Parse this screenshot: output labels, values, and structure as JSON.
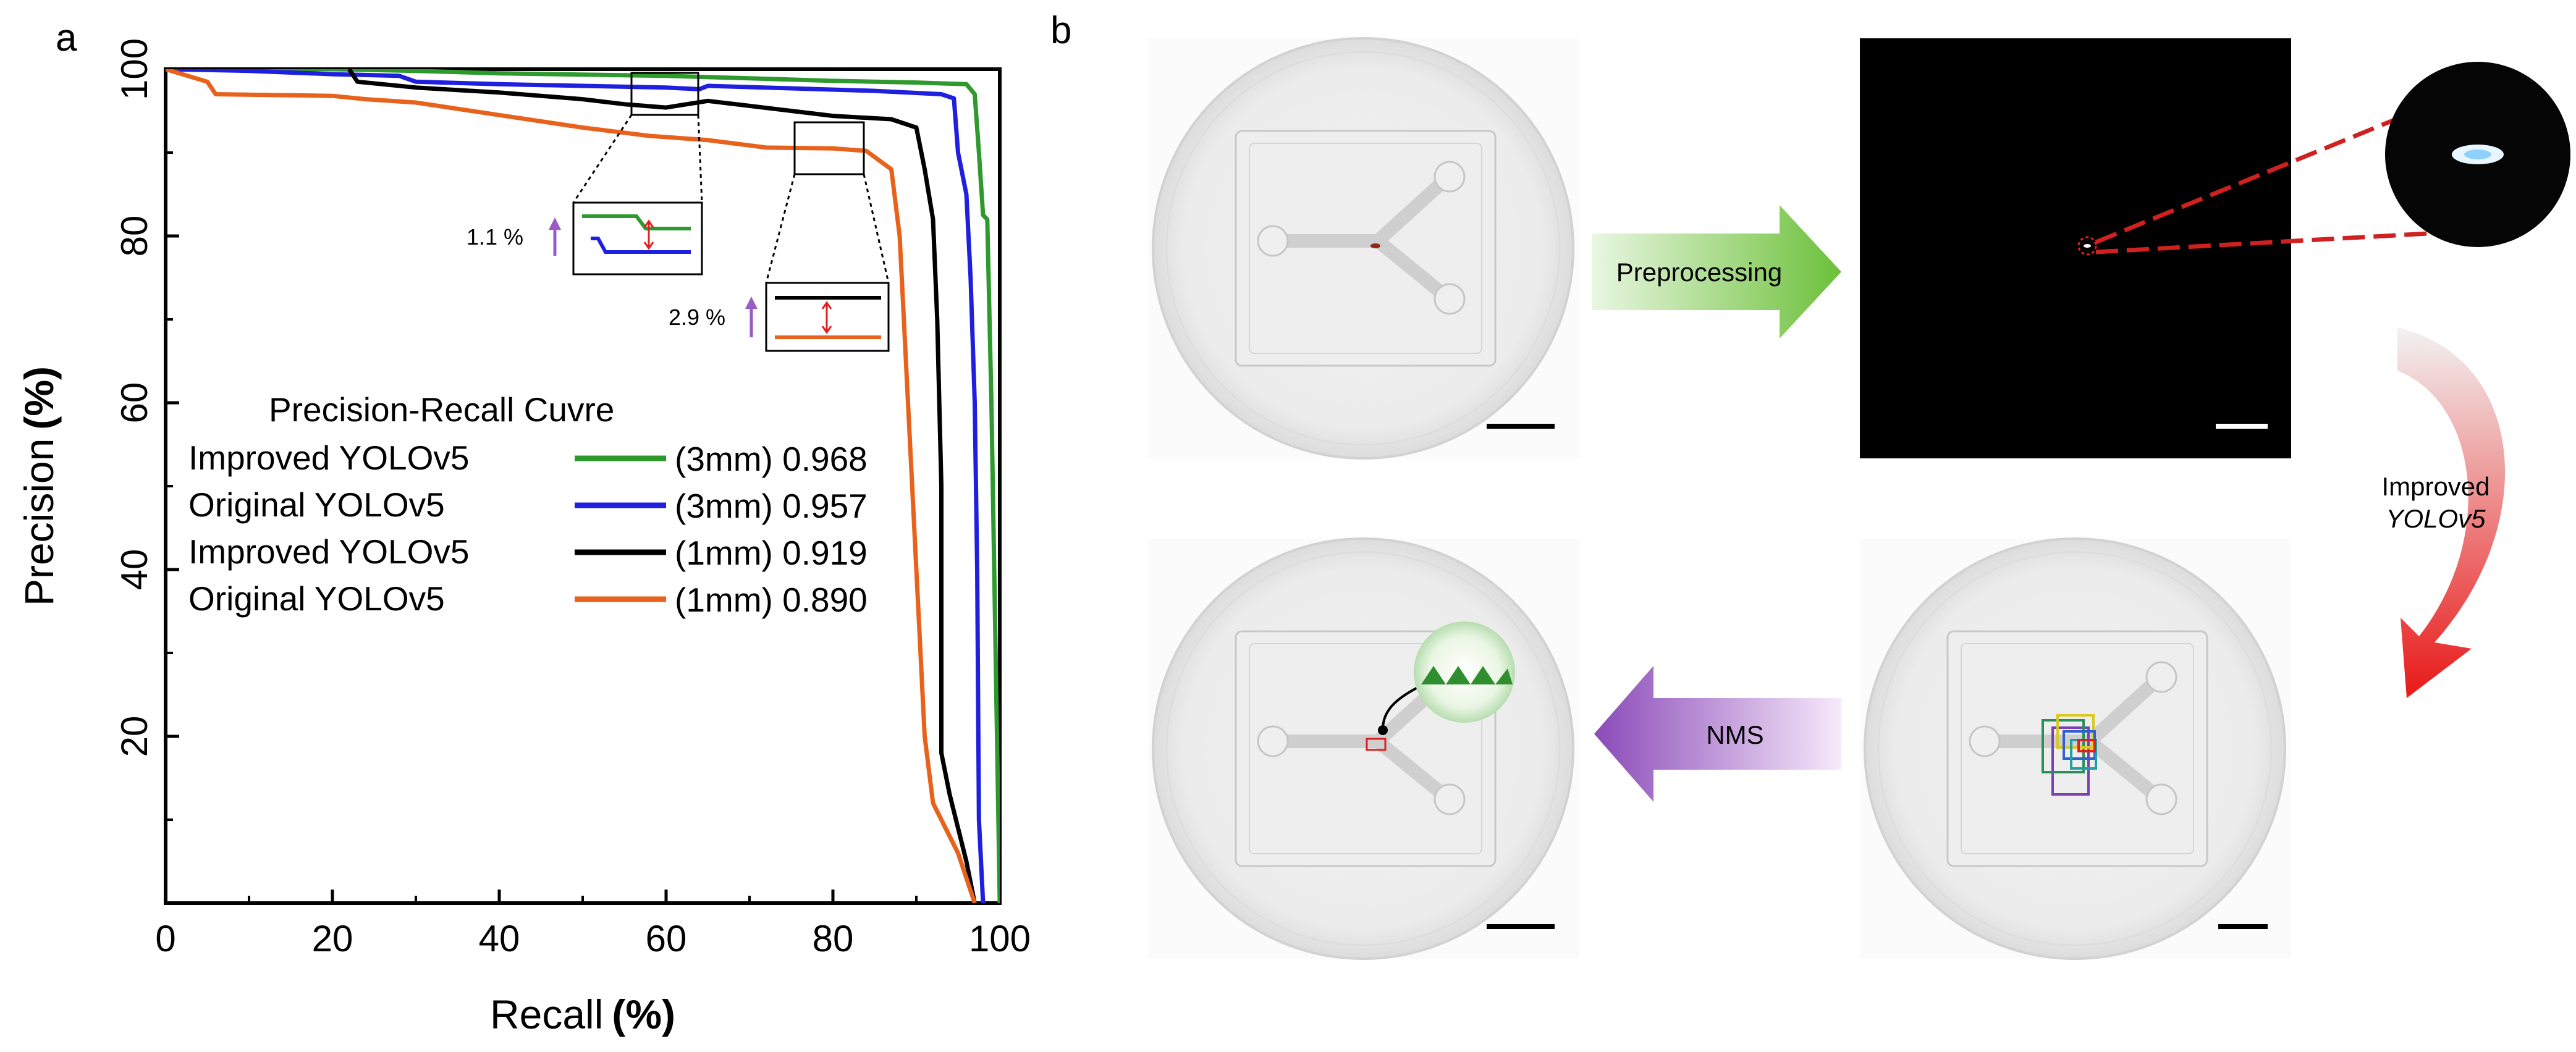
{
  "panels": {
    "a": "a",
    "b": "b"
  },
  "chart_data": {
    "type": "line",
    "title": "",
    "xlabel_text": "Recall",
    "xlabel_unit": "(%)",
    "ylabel_text": "Precision",
    "ylabel_unit": "(%)",
    "xlim": [
      0,
      100
    ],
    "ylim": [
      0,
      100
    ],
    "x_ticks": [
      0,
      20,
      40,
      60,
      80,
      100
    ],
    "y_ticks": [
      20,
      40,
      60,
      80,
      100
    ],
    "grid": false,
    "legend": {
      "title": "Precision-Recall Cuvre",
      "placement": "center-left",
      "entries": [
        {
          "label": "Improved YOLOv5",
          "value": "(3mm) 0.968"
        },
        {
          "label": "Original YOLOv5",
          "value": "(3mm) 0.957"
        },
        {
          "label": "Improved YOLOv5",
          "value": "(1mm) 0.919"
        },
        {
          "label": "Original YOLOv5",
          "value": "(1mm) 0.890"
        }
      ]
    },
    "series": [
      {
        "color": "#2e9a2e",
        "points": [
          [
            0,
            100
          ],
          [
            10,
            100
          ],
          [
            20,
            100
          ],
          [
            30,
            99.8
          ],
          [
            40,
            99.5
          ],
          [
            60,
            99.2
          ],
          [
            70,
            98.9
          ],
          [
            80,
            98.6
          ],
          [
            90,
            98.4
          ],
          [
            96,
            98.2
          ],
          [
            97,
            97
          ],
          [
            97.5,
            90
          ],
          [
            98,
            82.5
          ],
          [
            98.5,
            82
          ],
          [
            99,
            60
          ],
          [
            99.5,
            30
          ],
          [
            100,
            0
          ]
        ]
      },
      {
        "color": "#1f1fe0",
        "points": [
          [
            0,
            100
          ],
          [
            10,
            99.8
          ],
          [
            20,
            99.4
          ],
          [
            28,
            99.2
          ],
          [
            30,
            98.5
          ],
          [
            40,
            98.2
          ],
          [
            50,
            98
          ],
          [
            60,
            97.8
          ],
          [
            64,
            97.6
          ],
          [
            65,
            98
          ],
          [
            75,
            97.7
          ],
          [
            85,
            97.4
          ],
          [
            93,
            97
          ],
          [
            94.5,
            96.5
          ],
          [
            95,
            90
          ],
          [
            96,
            85
          ],
          [
            96.5,
            75
          ],
          [
            97,
            60
          ],
          [
            97.3,
            40
          ],
          [
            97.5,
            10
          ],
          [
            98,
            0
          ]
        ]
      },
      {
        "color": "#000000",
        "points": [
          [
            22,
            100
          ],
          [
            23,
            98.5
          ],
          [
            30,
            97.8
          ],
          [
            40,
            97.2
          ],
          [
            50,
            96.4
          ],
          [
            55,
            95.8
          ],
          [
            60,
            95.4
          ],
          [
            65,
            96.2
          ],
          [
            70,
            95.6
          ],
          [
            75,
            95
          ],
          [
            80,
            94.4
          ],
          [
            87,
            94
          ],
          [
            90,
            93
          ],
          [
            91,
            88
          ],
          [
            92,
            82
          ],
          [
            92.5,
            70
          ],
          [
            93,
            50
          ],
          [
            93,
            18
          ],
          [
            94,
            13
          ],
          [
            96,
            5
          ],
          [
            97,
            0
          ]
        ]
      },
      {
        "color": "#e8621c",
        "points": [
          [
            0,
            100
          ],
          [
            5,
            98.5
          ],
          [
            6,
            97
          ],
          [
            20,
            96.8
          ],
          [
            24,
            96.4
          ],
          [
            30,
            96
          ],
          [
            40,
            94.5
          ],
          [
            50,
            93
          ],
          [
            58,
            92
          ],
          [
            65,
            91.5
          ],
          [
            72,
            90.6
          ],
          [
            80,
            90.5
          ],
          [
            84,
            90.2
          ],
          [
            87,
            88
          ],
          [
            88,
            80
          ],
          [
            88.5,
            70
          ],
          [
            89,
            60
          ],
          [
            90,
            40
          ],
          [
            91,
            20
          ],
          [
            92,
            12
          ],
          [
            95,
            6
          ],
          [
            97,
            0
          ]
        ]
      }
    ],
    "zoom_insets": [
      {
        "label": "1.1 %"
      },
      {
        "label": "2.9 %"
      }
    ]
  },
  "flow": {
    "preprocessing_label": "Preprocessing",
    "improved_label_line1": "Improved",
    "improved_label_line2": "YOLOv5",
    "nms_label": "NMS"
  },
  "colors": {
    "improved_3mm": "#2e9a2e",
    "original_3mm": "#1f1fe0",
    "improved_1mm": "#000000",
    "original_1mm": "#e8621c",
    "arrow_green": "#7dc94a",
    "arrow_red": "#e62020",
    "arrow_purple": "#9a5cc4"
  }
}
